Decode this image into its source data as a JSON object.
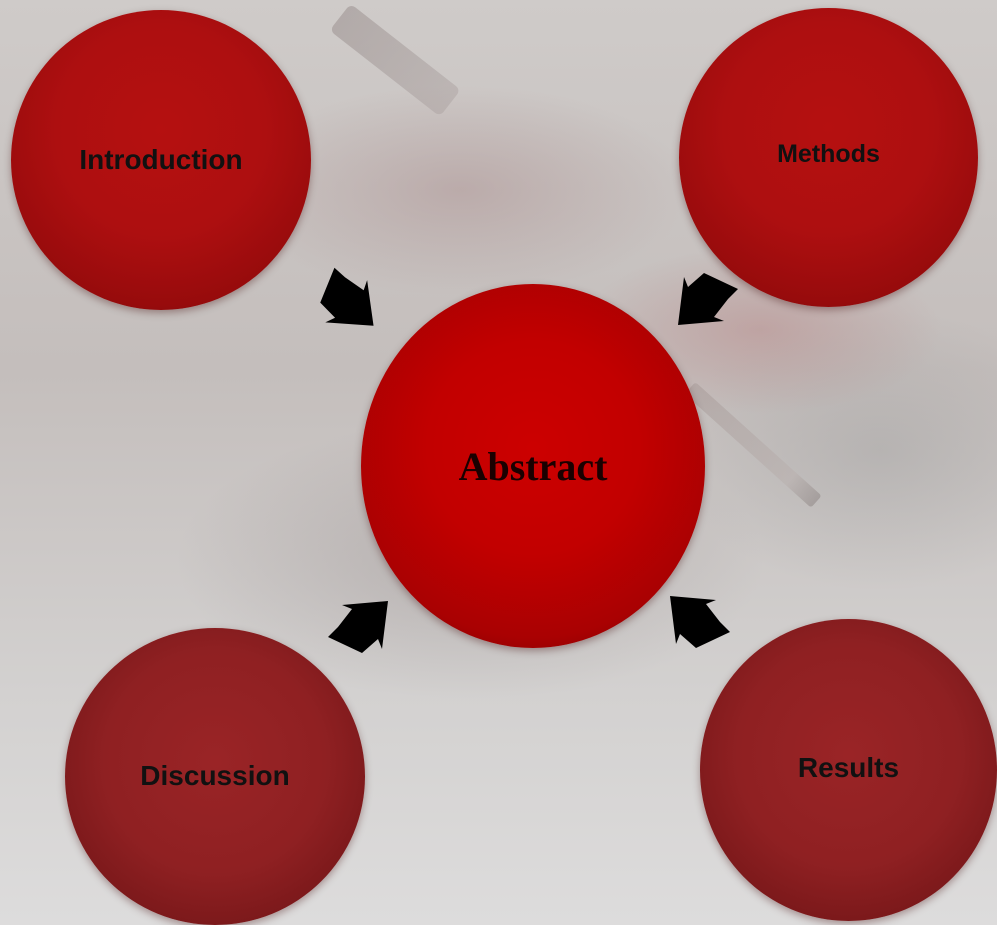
{
  "diagram": {
    "center": {
      "label": "Abstract"
    },
    "nodes": [
      {
        "id": "introduction",
        "label": "Introduction"
      },
      {
        "id": "methods",
        "label": "Methods"
      },
      {
        "id": "discussion",
        "label": "Discussion"
      },
      {
        "id": "results",
        "label": "Results"
      }
    ],
    "colors": {
      "center": "#c20000",
      "top_nodes": "#ad0f10",
      "bottom_nodes": "#8f2022",
      "arrows": "#000000",
      "text": "#111111"
    }
  }
}
